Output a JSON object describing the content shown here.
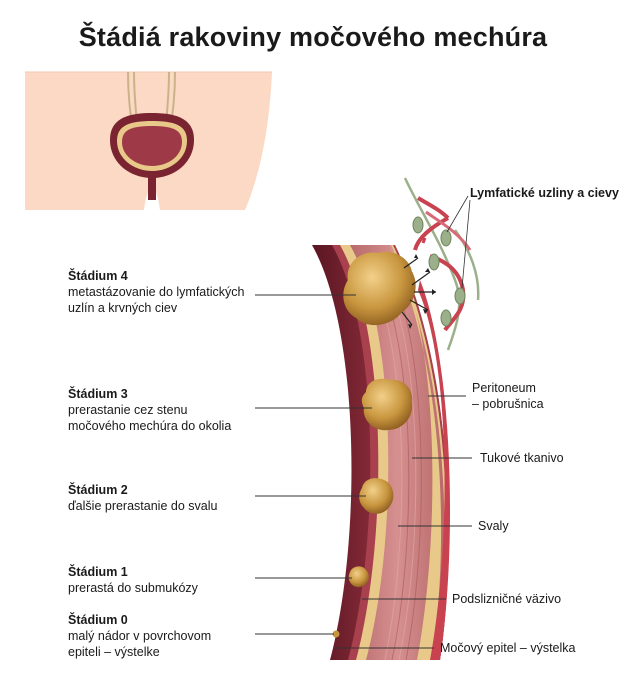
{
  "title": "Štádiá rakoviny močového mechúra",
  "lymph_label": "Lymfatické uzliny a cievy",
  "stages": [
    {
      "title": "Štádium 4",
      "desc": [
        "metastázovanie do lymfatických",
        "uzlín a krvných ciev"
      ]
    },
    {
      "title": "Štádium 3",
      "desc": [
        "prerastanie cez stenu",
        "močového mechúra do okolia"
      ]
    },
    {
      "title": "Štádium 2",
      "desc": [
        "ďalšie prerastanie do svalu"
      ]
    },
    {
      "title": "Štádium 1",
      "desc": [
        "prerastá do submukózy"
      ]
    },
    {
      "title": "Štádium 0",
      "desc": [
        "malý nádor v povrchovom",
        "epiteli – výstelke"
      ]
    }
  ],
  "layers": {
    "peritoneum": [
      "Peritoneum",
      "– pobrušnica"
    ],
    "fat": "Tukové tkanivo",
    "muscle": "Svaly",
    "submucosa": "Podslizničné väzivo",
    "epithelium": "Močový epitel – výstelka"
  },
  "colors": {
    "skin": "#fbd9c4",
    "wall_dark": "#6e1f2c",
    "wall_mid": "#9e3a48",
    "fat": "#e8c98a",
    "muscle": "#c47a7a",
    "tumor": "#c8963e",
    "lymph_node": "#9bb08a",
    "vessel": "#c8424f"
  }
}
